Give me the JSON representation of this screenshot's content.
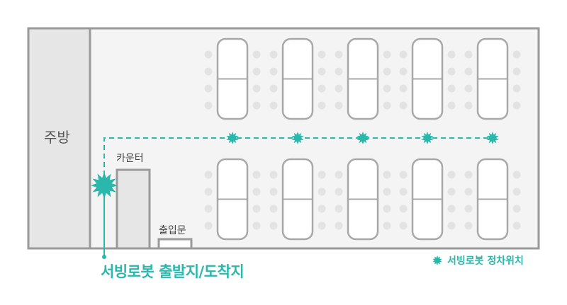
{
  "labels": {
    "kitchen": "주방",
    "counter": "카운터",
    "entrance": "출입문",
    "start_point": "서빙로봇 출발지/도착지",
    "legend": "서빙로봇 정차위치"
  },
  "layout_counts": {
    "table_rows": 2,
    "tables_per_row": 5,
    "robot_stops": 5
  },
  "colors": {
    "accent": "#2ab8ad",
    "floor": "#f4f4f4",
    "wall": "#9a9a9a",
    "table_fill": "#ffffff",
    "table_stroke": "#a8a8a8",
    "chair": "#e3e3e3",
    "kitchen": "#e6e6e6"
  },
  "icons": {
    "robot_stop": "starburst-icon",
    "start_point": "large-starburst-icon"
  }
}
